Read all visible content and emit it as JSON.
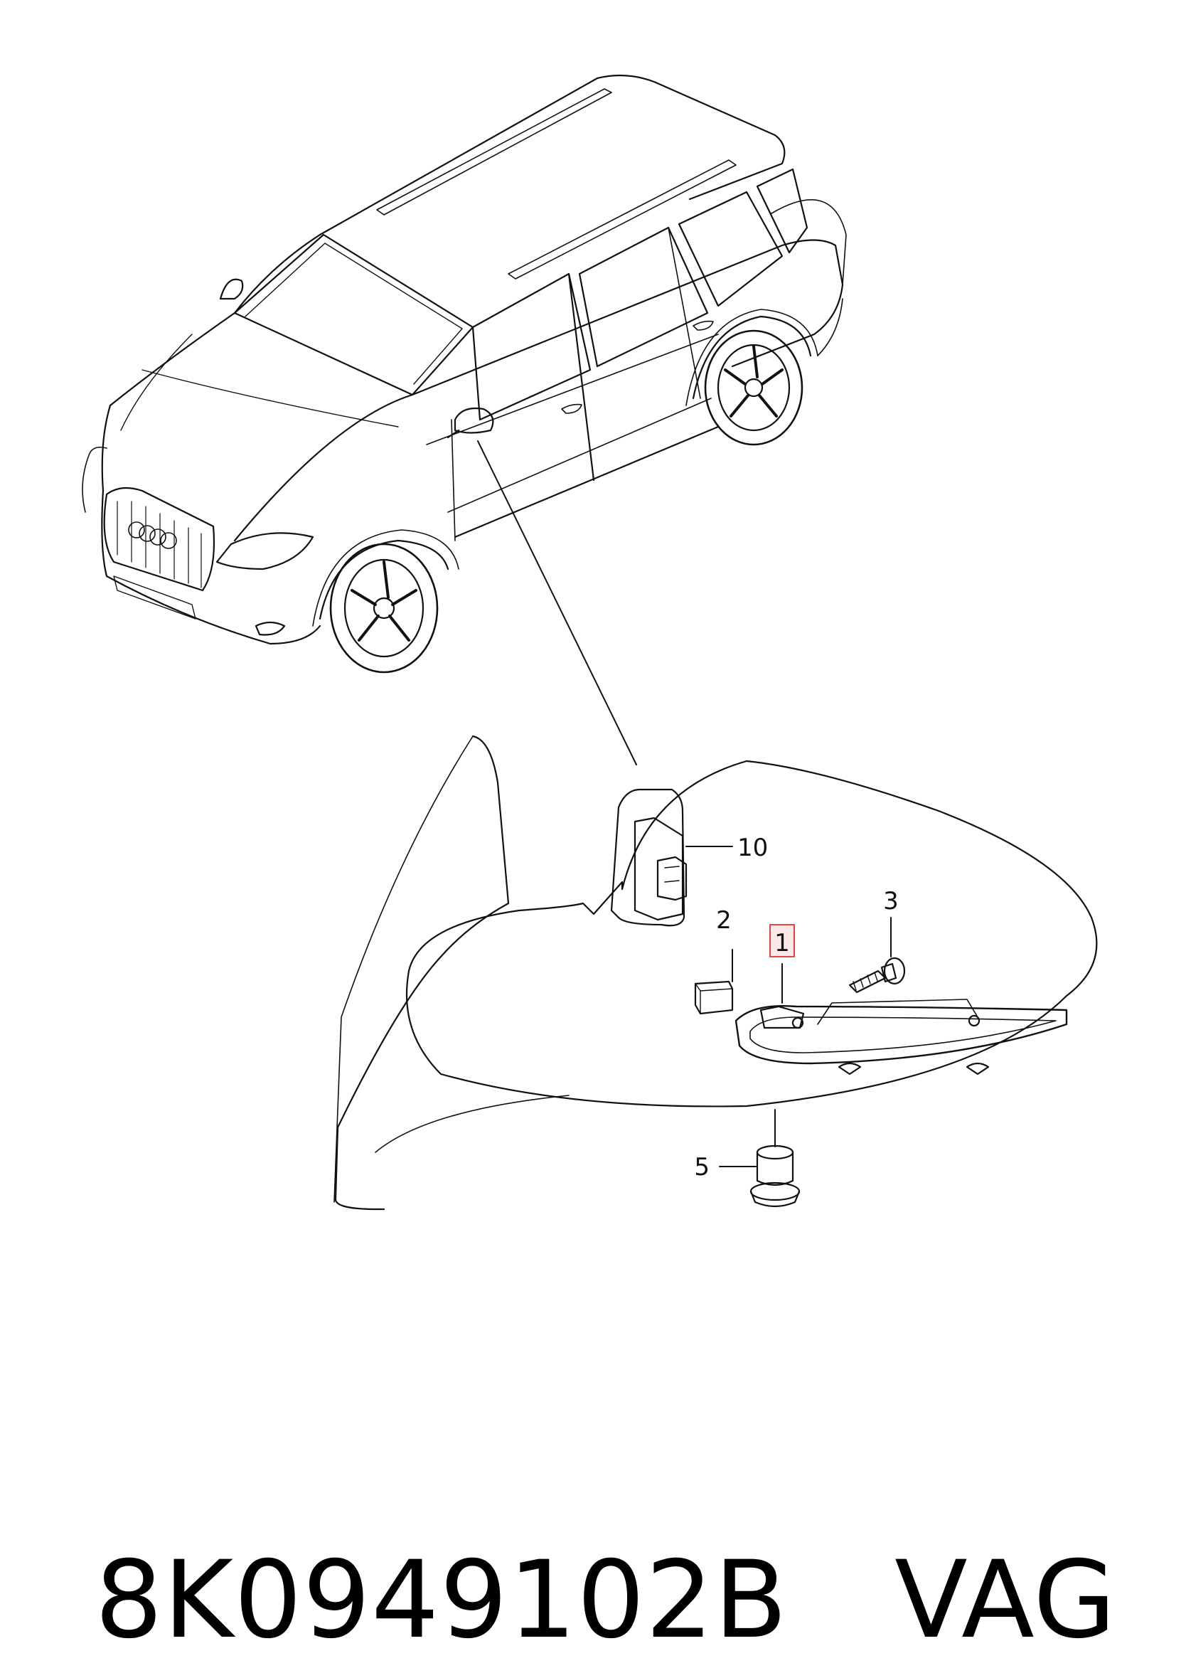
{
  "diagram": {
    "callouts": [
      {
        "id": "10",
        "label": "10"
      },
      {
        "id": "2",
        "label": "2"
      },
      {
        "id": "1",
        "label": "1",
        "highlight_color": "#e04848"
      },
      {
        "id": "3",
        "label": "3"
      },
      {
        "id": "5",
        "label": "5"
      }
    ],
    "line_color": "#111111"
  },
  "caption": {
    "part_number": "8K0949102B",
    "brand": "VAG"
  }
}
